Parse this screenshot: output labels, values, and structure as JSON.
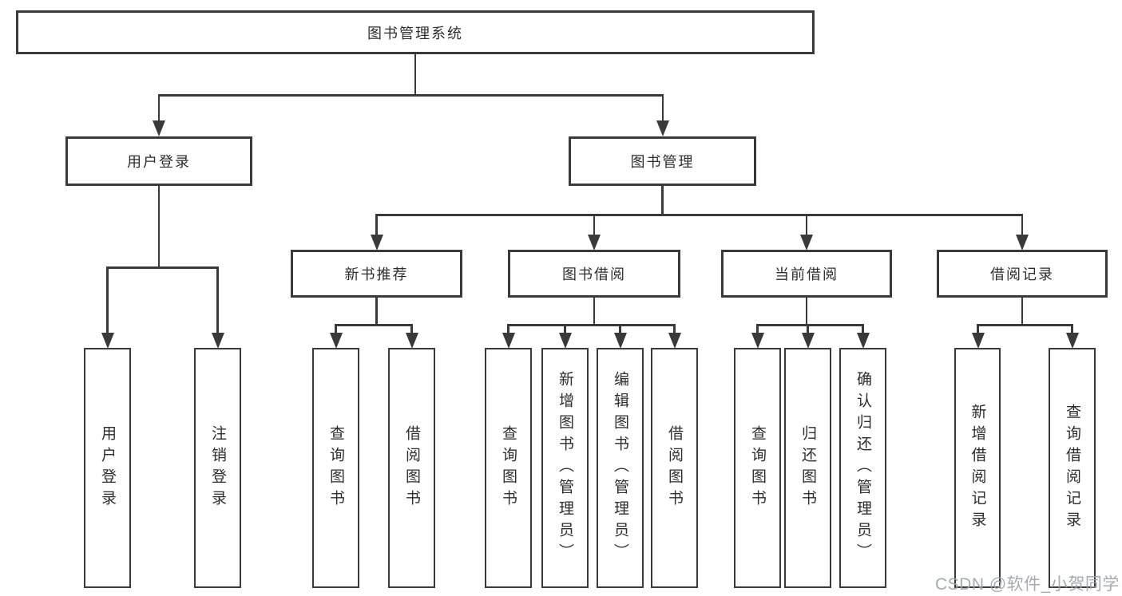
{
  "diagram": {
    "root": {
      "label": "图书管理系统"
    },
    "level2": [
      {
        "label": "用户登录"
      },
      {
        "label": "图书管理"
      }
    ],
    "level3": [
      {
        "label": "新书推荐"
      },
      {
        "label": "图书借阅"
      },
      {
        "label": "当前借阅"
      },
      {
        "label": "借阅记录"
      }
    ],
    "leaves": [
      {
        "label": "用户登录"
      },
      {
        "label": "注销登录"
      },
      {
        "label": "查询图书"
      },
      {
        "label": "借阅图书"
      },
      {
        "label": "查询图书"
      },
      {
        "label": "新增图书（管理员）"
      },
      {
        "label": "编辑图书（管理员）"
      },
      {
        "label": "借阅图书"
      },
      {
        "label": "查询图书"
      },
      {
        "label": "归还图书"
      },
      {
        "label": "确认归还（管理员）"
      },
      {
        "label": "新增借阅记录"
      },
      {
        "label": "查询借阅记录"
      }
    ]
  },
  "watermark": {
    "text": "CSDN @软件_小贺同学"
  },
  "colors": {
    "line": "#3a3a3a",
    "text": "#2d2d2d",
    "background": "#ffffff",
    "watermark": "#9fa3ab"
  }
}
